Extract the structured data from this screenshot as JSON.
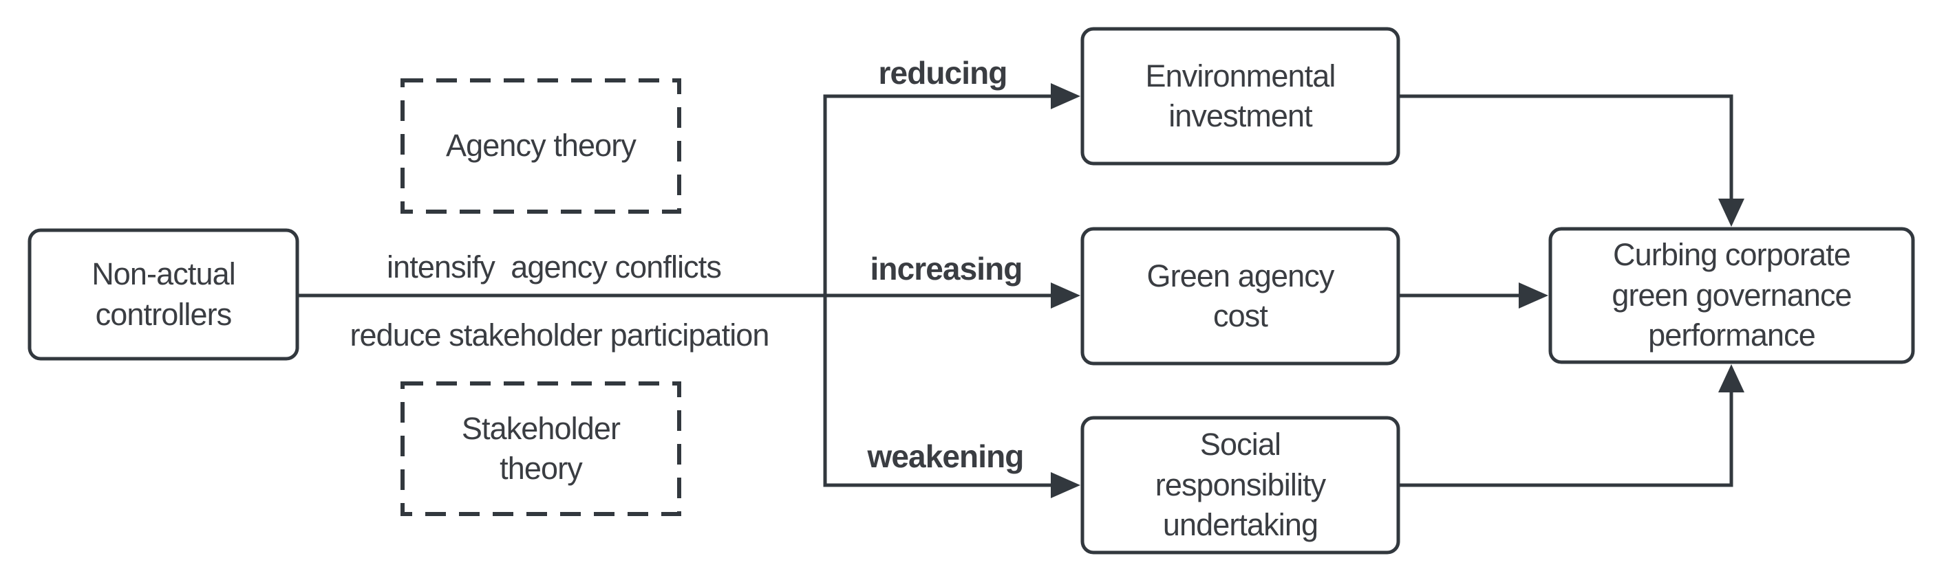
{
  "colors": {
    "background": "#ffffff",
    "stroke": "#32383e",
    "text": "#3a3d42"
  },
  "nodes": {
    "non_actual_controllers": {
      "label": "Non-actual\ncontrollers",
      "style": "solid"
    },
    "agency_theory": {
      "label": "Agency theory",
      "style": "dashed"
    },
    "stakeholder_theory": {
      "label": "Stakeholder\ntheory",
      "style": "dashed"
    },
    "environmental_investment": {
      "label": "Environmental\ninvestment",
      "style": "solid"
    },
    "green_agency_cost": {
      "label": "Green agency\ncost",
      "style": "solid"
    },
    "social_responsibility_undertaking": {
      "label": "Social\nresponsibility\nundertaking",
      "style": "solid"
    },
    "curbing_corporate_green_governance_performance": {
      "label": "Curbing corporate\ngreen governance\nperformance",
      "style": "solid"
    }
  },
  "edges": {
    "labels": {
      "intensify_agency_conflicts": "intensify  agency conflicts",
      "reduce_stakeholder_participation": "reduce stakeholder participation",
      "reducing": "reducing",
      "increasing": "increasing",
      "weakening": "weakening"
    }
  }
}
